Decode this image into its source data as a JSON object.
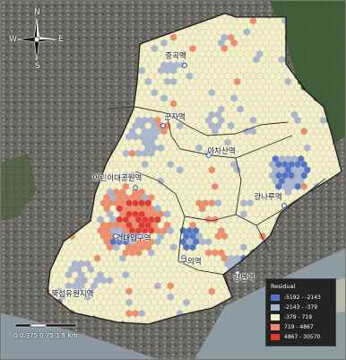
{
  "legend": {
    "title": "Residual",
    "classes": [
      {
        "label": "-5192 - -2143",
        "color": "#4f74c8"
      },
      {
        "label": "-2143 - -379",
        "color": "#a9b6d2"
      },
      {
        "label": "-379 - 719",
        "color": "#f4f0cc"
      },
      {
        "label": "719 - 4867",
        "color": "#f08c6c"
      },
      {
        "label": "4867 - 30570",
        "color": "#e53a2f"
      }
    ]
  },
  "stations": [
    {
      "label": "중곡역"
    },
    {
      "label": "군자역"
    },
    {
      "label": "어린이대공원역"
    },
    {
      "label": "아차산역"
    },
    {
      "label": "광나루역"
    },
    {
      "label": "건대입구역"
    },
    {
      "label": "구의역"
    },
    {
      "label": "강변역"
    },
    {
      "label": "뚝섬유원지역"
    }
  ],
  "compass": {
    "north": "N",
    "south": "S",
    "east": "E",
    "west": "W"
  },
  "scale": {
    "label": "0  0.375 0.75  1.5 Km"
  },
  "colors": {
    "study_area_edge": "#222222",
    "river": "#8a9aa3",
    "satellite_urban": "#6d6a63",
    "vegetation": "#3f5f34"
  }
}
